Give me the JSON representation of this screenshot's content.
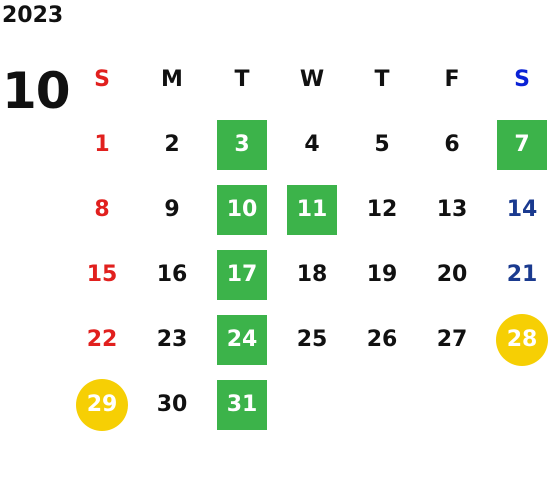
{
  "calendar": {
    "year": "2023",
    "month": "10",
    "weekdays": [
      "S",
      "M",
      "T",
      "W",
      "T",
      "F",
      "S"
    ],
    "days": [
      [
        "1",
        "2",
        "3",
        "4",
        "5",
        "6",
        "7"
      ],
      [
        "8",
        "9",
        "10",
        "11",
        "12",
        "13",
        "14"
      ],
      [
        "15",
        "16",
        "17",
        "18",
        "19",
        "20",
        "21"
      ],
      [
        "22",
        "23",
        "24",
        "25",
        "26",
        "27",
        "28"
      ],
      [
        "29",
        "30",
        "31"
      ]
    ],
    "colors": {
      "highlight_square": "#3cb34a",
      "highlight_circle": "#f6cf04",
      "sunday": "#e1201e",
      "saturday": "#1a3a8f",
      "saturday_header": "#0a22d6"
    }
  }
}
